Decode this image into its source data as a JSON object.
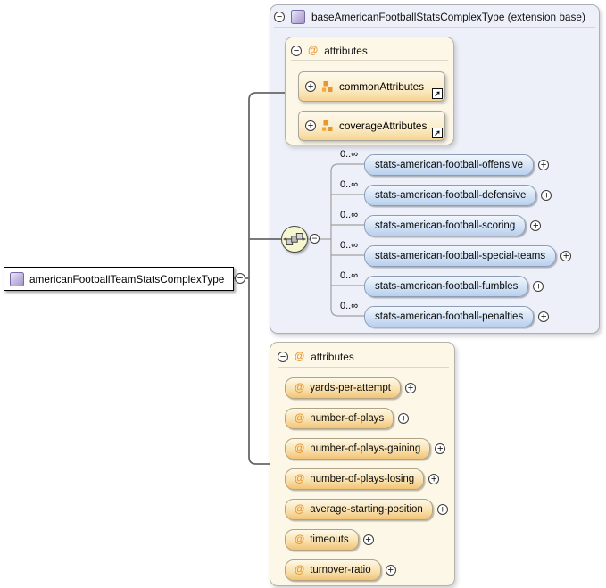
{
  "diagram": {
    "root": {
      "label": "americanFootballTeamStatsComplexType"
    },
    "base": {
      "title": "baseAmericanFootballStatsComplexType (extension base)",
      "attributes": {
        "header": "attributes",
        "groups": [
          {
            "label": "commonAttributes"
          },
          {
            "label": "coverageAttributes"
          }
        ]
      },
      "elements": [
        {
          "cardinality": "0..∞",
          "label": "stats-american-football-offensive"
        },
        {
          "cardinality": "0..∞",
          "label": "stats-american-football-defensive"
        },
        {
          "cardinality": "0..∞",
          "label": "stats-american-football-scoring"
        },
        {
          "cardinality": "0..∞",
          "label": "stats-american-football-special-teams"
        },
        {
          "cardinality": "0..∞",
          "label": "stats-american-football-fumbles"
        },
        {
          "cardinality": "0..∞",
          "label": "stats-american-football-penalties"
        }
      ]
    },
    "attributes_panel": {
      "header": "attributes",
      "items": [
        {
          "label": "yards-per-attempt"
        },
        {
          "label": "number-of-plays"
        },
        {
          "label": "number-of-plays-gaining"
        },
        {
          "label": "number-of-plays-losing"
        },
        {
          "label": "average-starting-position"
        },
        {
          "label": "timeouts"
        },
        {
          "label": "turnover-ratio"
        }
      ]
    }
  },
  "glyphs": {
    "collapse": "−",
    "expand": "+",
    "at": "@",
    "link_arrow": "➚"
  },
  "colors": {
    "element_pill": "#c3d6ef",
    "attribute_pill": "#f6cd85",
    "base_panel_bg": "#eef0f9",
    "attributes_panel_bg": "#fdf7e7",
    "type_icon": "#a395c8",
    "attr_icon": "#e8962e",
    "compositor_bg": "#f6f6cf"
  }
}
